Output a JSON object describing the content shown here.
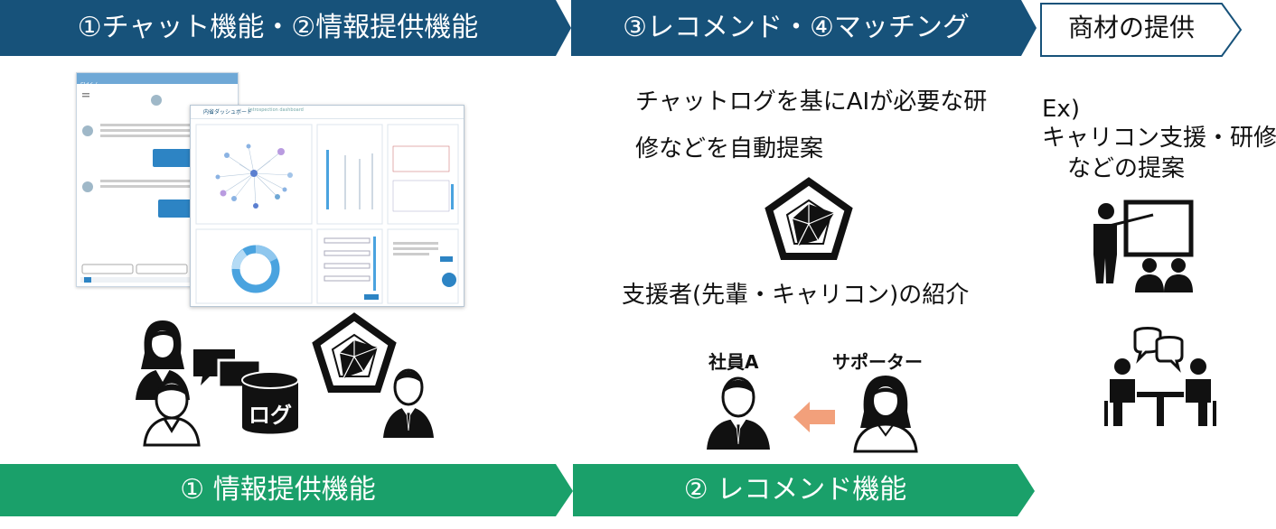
{
  "top_banners": {
    "left": "①チャット機能・②情報提供機能",
    "middle": "③レコメンド・④マッチング",
    "right": "商材の提供"
  },
  "bottom_banners": {
    "left": "① 情報提供機能",
    "right": "② レコメンド機能"
  },
  "middle_section": {
    "desc_line1": "チャットログを基にAIが必要な研",
    "desc_line2": "修などを自動提案",
    "supporter_intro": "支援者(先輩・キャリコン)の紹介",
    "employee_label": "社員A",
    "supporter_label": "サポーター"
  },
  "right_section": {
    "ex_line1": "Ex)",
    "ex_line2": "キャリコン支援・研修",
    "ex_line3": "などの提案"
  },
  "left_section": {
    "log_label": "ログ",
    "chat_window_title": "Eldくん",
    "dashboard_title": "内省ダッシュボード",
    "dashboard_subtitle": "Introspection dashboard"
  },
  "colors": {
    "navy_banner": "#17527a",
    "green_banner": "#1aa06a",
    "arrow_orange": "#f2a07b",
    "chart_blue": "#4aa3df"
  }
}
